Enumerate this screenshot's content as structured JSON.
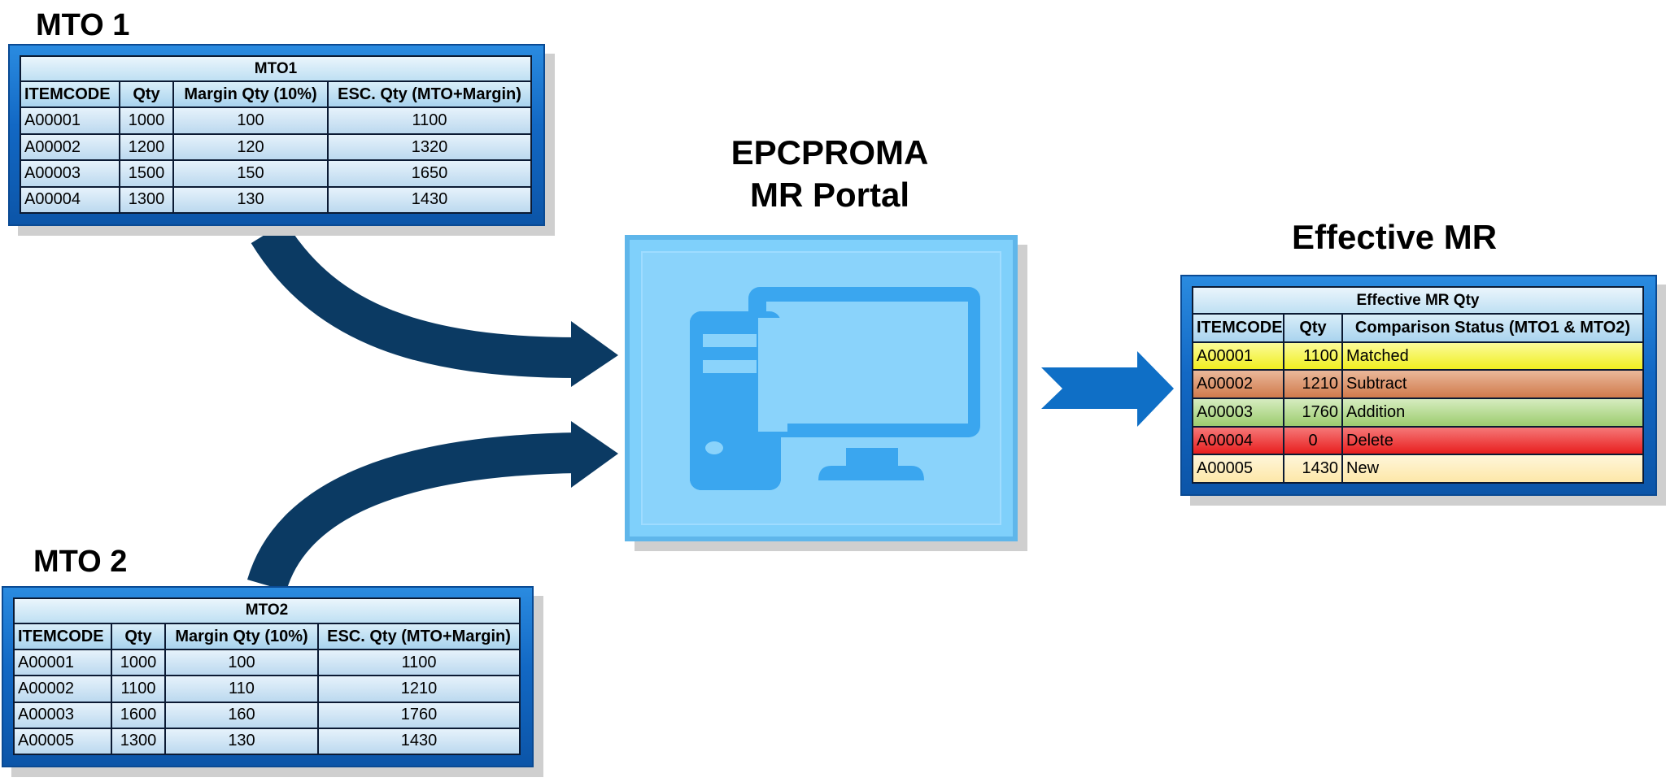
{
  "mto1": {
    "heading": "MTO 1",
    "table_title": "MTO1",
    "columns": [
      "ITEMCODE",
      "Qty",
      "Margin Qty (10%)",
      "ESC. Qty (MTO+Margin)"
    ],
    "rows": [
      [
        "A00001",
        "1000",
        "100",
        "1100"
      ],
      [
        "A00002",
        "1200",
        "120",
        "1320"
      ],
      [
        "A00003",
        "1500",
        "150",
        "1650"
      ],
      [
        "A00004",
        "1300",
        "130",
        "1430"
      ]
    ]
  },
  "mto2": {
    "heading": "MTO 2",
    "table_title": "MTO2",
    "columns": [
      "ITEMCODE",
      "Qty",
      "Margin Qty (10%)",
      "ESC. Qty (MTO+Margin)"
    ],
    "rows": [
      [
        "A00001",
        "1000",
        "100",
        "1100"
      ],
      [
        "A00002",
        "1100",
        "110",
        "1210"
      ],
      [
        "A00003",
        "1600",
        "160",
        "1760"
      ],
      [
        "A00005",
        "1300",
        "130",
        "1430"
      ]
    ]
  },
  "portal": {
    "heading_line1": "EPCPROMA",
    "heading_line2": "MR Portal",
    "icon": "computer-icon"
  },
  "effective": {
    "heading": "Effective MR",
    "table_title": "Effective MR Qty",
    "columns": [
      "ITEMCODE",
      "Qty",
      "Comparison Status (MTO1 & MTO2)"
    ],
    "rows": [
      [
        "A00001",
        "1100",
        "Matched"
      ],
      [
        "A00002",
        "1210",
        "Subtract"
      ],
      [
        "A00003",
        "1760",
        "Addition"
      ],
      [
        "A00004",
        "0",
        "Delete"
      ],
      [
        "A00005",
        "1430",
        "New"
      ]
    ]
  },
  "colors": {
    "arrow_dark": "#0b3a63",
    "arrow_blue": "#0f6fc6",
    "panel_blue": "#1268c4",
    "portal_bg": "#7fd0fb",
    "icon_blue": "#3aa6ef",
    "status_matched": "#f0ef20",
    "status_subtract": "#d07a4c",
    "status_addition": "#9ccc6e",
    "status_delete": "#e81e1e",
    "status_new": "#fde7a8"
  }
}
